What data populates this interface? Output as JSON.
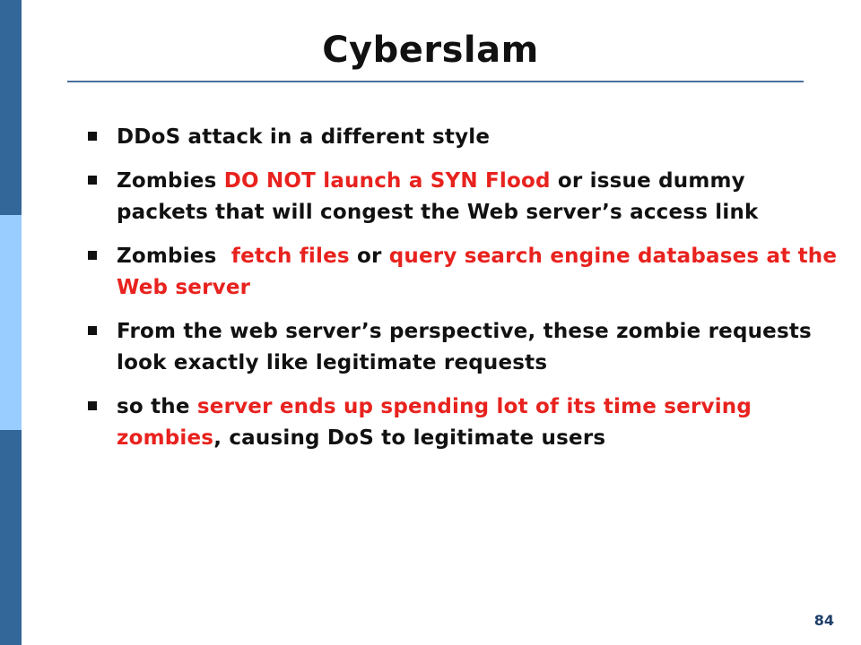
{
  "slide": {
    "title": "Cyberslam",
    "page_number": "84",
    "colors": {
      "accent_dark": "#336699",
      "accent_light": "#99ccff",
      "title_rule": "#4a6f9c",
      "highlight": "#e8221e",
      "text": "#111111"
    }
  },
  "bullets": [
    {
      "segments": [
        {
          "text": "DDoS attack in a different style",
          "highlight": false
        }
      ]
    },
    {
      "segments": [
        {
          "text": "Zombies ",
          "highlight": false
        },
        {
          "text": "DO NOT launch a SYN Flood",
          "highlight": true
        },
        {
          "text": " or issue dummy packets that will congest the Web server’s access link",
          "highlight": false
        }
      ]
    },
    {
      "segments": [
        {
          "text": "Zombies  ",
          "highlight": false
        },
        {
          "text": "fetch files",
          "highlight": true
        },
        {
          "text": " or ",
          "highlight": false
        },
        {
          "text": "query search engine databases at the Web server",
          "highlight": true
        }
      ]
    },
    {
      "segments": [
        {
          "text": "From the web server’s perspective, these zombie requests look exactly like legitimate requests",
          "highlight": false
        }
      ]
    },
    {
      "segments": [
        {
          "text": "so the ",
          "highlight": false
        },
        {
          "text": "server ends up spending lot of its time serving zombies",
          "highlight": true
        },
        {
          "text": ", causing DoS to legitimate users",
          "highlight": false
        }
      ]
    }
  ]
}
